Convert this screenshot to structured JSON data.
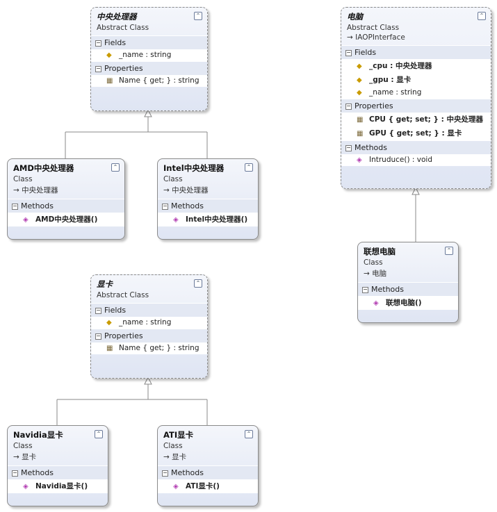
{
  "labels": {
    "fields": "Fields",
    "properties": "Properties",
    "methods": "Methods"
  },
  "icons": {
    "field": "field-icon",
    "property": "property-icon",
    "method": "method-icon"
  },
  "classes": {
    "cpu": {
      "name": "中央处理器",
      "kind": "Abstract Class",
      "fields": [
        "_name : string"
      ],
      "properties": [
        "Name { get; } : string"
      ]
    },
    "amd": {
      "name": "AMD中央处理器",
      "kind": "Class",
      "base": "→ 中央处理器",
      "methods": [
        "AMD中央处理器()"
      ]
    },
    "intel": {
      "name": "Intel中央处理器",
      "kind": "Class",
      "base": "→ 中央处理器",
      "methods": [
        "Intel中央处理器()"
      ]
    },
    "gpu": {
      "name": "显卡",
      "kind": "Abstract Class",
      "fields": [
        "_name : string"
      ],
      "properties": [
        "Name { get; } : string"
      ]
    },
    "nvidia": {
      "name": "Navidia显卡",
      "kind": "Class",
      "base": "→ 显卡",
      "methods": [
        "Navidia显卡()"
      ]
    },
    "ati": {
      "name": "ATI显卡",
      "kind": "Class",
      "base": "→ 显卡",
      "methods": [
        "ATI显卡()"
      ]
    },
    "computer": {
      "name": "电脑",
      "kind": "Abstract Class",
      "base": "→ IAOPInterface",
      "fields": [
        "_cpu : 中央处理器",
        "_gpu : 显卡",
        "_name : string"
      ],
      "properties": [
        "CPU { get; set; } : 中央处理器",
        "GPU { get; set; } : 显卡"
      ],
      "methods": [
        "Intruduce() : void"
      ]
    },
    "lenovo": {
      "name": "联想电脑",
      "kind": "Class",
      "base": "→ 电脑",
      "methods": [
        "联想电脑()"
      ]
    }
  }
}
